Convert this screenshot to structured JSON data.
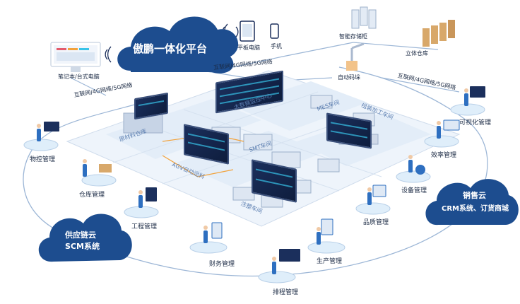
{
  "colors": {
    "cloud": "#1d4d8f",
    "disc": "#dfeefa",
    "floor": "#eef4fb",
    "accent": "#2e6fc0",
    "line": "#9cb6d6"
  },
  "clouds": {
    "main": "傲鹏一体化平台",
    "scm": {
      "line1": "供应链云",
      "line2": "SCM系统"
    },
    "crm": {
      "line1": "销售云",
      "line2": "CRM系统、订货商城"
    }
  },
  "devices": {
    "laptop": "笔记本/台式电脑",
    "tablet": "平板电脑",
    "phone": "手机",
    "rack": "智能存储柜",
    "warehouse3d": "立体仓库"
  },
  "network": {
    "left": "互联网/4G网络/5G网络",
    "center": "互联网/4G网络/5G网络",
    "right": "互联网/4G网络/5G网络"
  },
  "modules": {
    "logistics": "物控管理",
    "warehouse": "仓库管理",
    "engineering": "工程管理",
    "finance": "财务管理",
    "scheduling": "排程管理",
    "production": "生产管理",
    "quality": "品质管理",
    "equipment": "设备管理",
    "efficiency": "效率管理",
    "visualization": "可视化管理"
  },
  "floor": {
    "bigdata": "大数据监控中心",
    "material": "原材料仓库",
    "smt": "SMT车间",
    "agv": "AGV自动运料",
    "injection": "注塑车间",
    "assembly": "组装加工车间",
    "mes": "MES车间",
    "auto_line": "自动码垛"
  },
  "icons": [
    "wifi-icon",
    "monitor-icon",
    "tablet-icon",
    "phone-icon",
    "rack-icon",
    "shelves-icon",
    "robot-arm-icon"
  ]
}
